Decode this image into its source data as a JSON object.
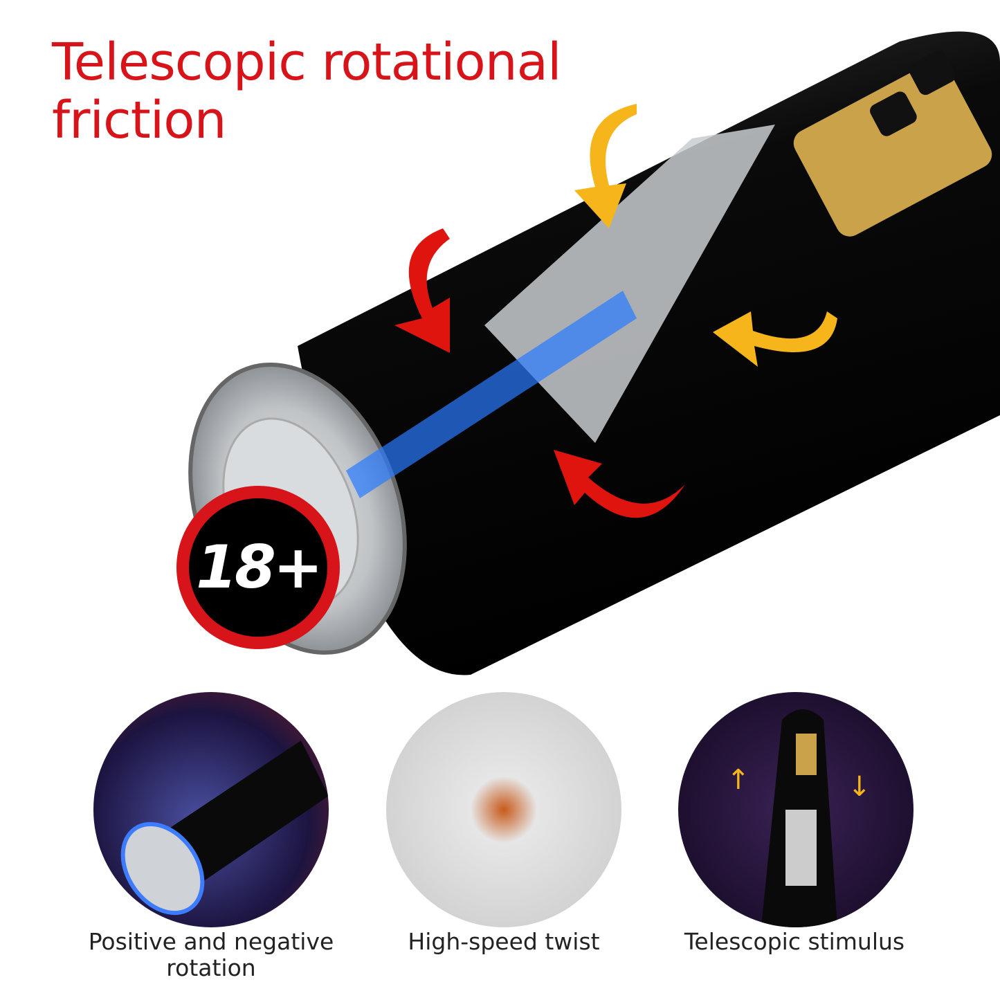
{
  "title": {
    "line1": "Telescopic rotational",
    "line2": "friction"
  },
  "badge": {
    "label": "18+"
  },
  "features": [
    {
      "caption_line1": "Positive and negative",
      "caption_line2": "rotation"
    },
    {
      "caption_line1": "High-speed twist",
      "caption_line2": ""
    },
    {
      "caption_line1": "Telescopic stimulus",
      "caption_line2": ""
    }
  ],
  "colors": {
    "title": "#d8141b",
    "badge_ring": "#d8141b",
    "body": "#0a0a0a",
    "accent_gold": "#c9a24a",
    "arrow_red": "#e0140f",
    "arrow_yellow": "#f5b51b",
    "glow_blue": "#2a7bff"
  }
}
